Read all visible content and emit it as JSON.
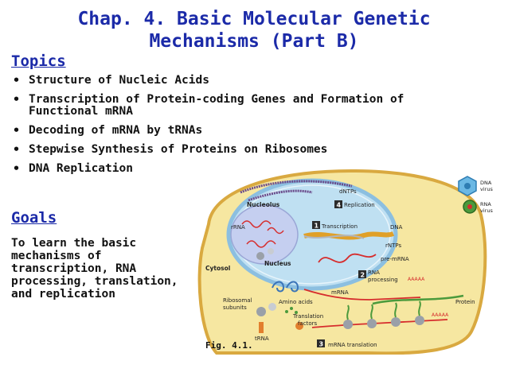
{
  "slide": {
    "title_line1": "Chap. 4. Basic Molecular Genetic",
    "title_line2": "Mechanisms (Part B)",
    "topics_heading": "Topics",
    "topics": [
      "Structure of Nucleic Acids",
      "Transcription of Protein-coding Genes and Formation of Functional mRNA",
      "Decoding of mRNA by tRNAs",
      "Stepwise Synthesis of Proteins on Ribosomes",
      "DNA Replication"
    ],
    "goals_heading": "Goals",
    "goals_text": "To learn the basic mechanisms of transcription, RNA processing, translation, and replication",
    "figure_caption": "Fig. 4.1."
  },
  "figure": {
    "labels": {
      "nucleolus": "Nucleolus",
      "rrna": "rRNA",
      "nucleus": "Nucleus",
      "cytosol": "Cytosol",
      "dntps": "dNTPs",
      "replication": "Replication",
      "replication_step": "4",
      "transcription": "Transcription",
      "transcription_step": "1",
      "dna": "DNA",
      "rntps": "rNTPs",
      "pre_mrna": "pre-mRNA",
      "rna_processing_line1": "RNA",
      "rna_processing_line2": "processing",
      "rna_processing_step": "2",
      "mrna": "mRNA",
      "aaaaa_1": "AAAAA",
      "aaaaa_2": "AAAAA",
      "ribosomal_line1": "Ribosomal",
      "ribosomal_line2": "subunits",
      "amino_acids": "Amino acids",
      "translation_line1": "Translation",
      "translation_line2": "factors",
      "trna": "tRNA",
      "protein": "Protein",
      "mrna_translation": "mRNA translation",
      "mrna_translation_step": "3",
      "dna_virus_line1": "DNA",
      "dna_virus_line2": "virus",
      "rna_virus_line1": "RNA",
      "rna_virus_line2": "virus"
    },
    "colors": {
      "cytoplasm": "#f6e7a1",
      "cell_border": "#d9a940",
      "nucleus": "#bfe0f2",
      "nucleus_border": "#8cbfe0",
      "nucleolus": "#c5cff0",
      "mrna_red": "#d62d2d",
      "protein_green": "#4b9a3c",
      "step_box": "#2b2b2b"
    }
  }
}
